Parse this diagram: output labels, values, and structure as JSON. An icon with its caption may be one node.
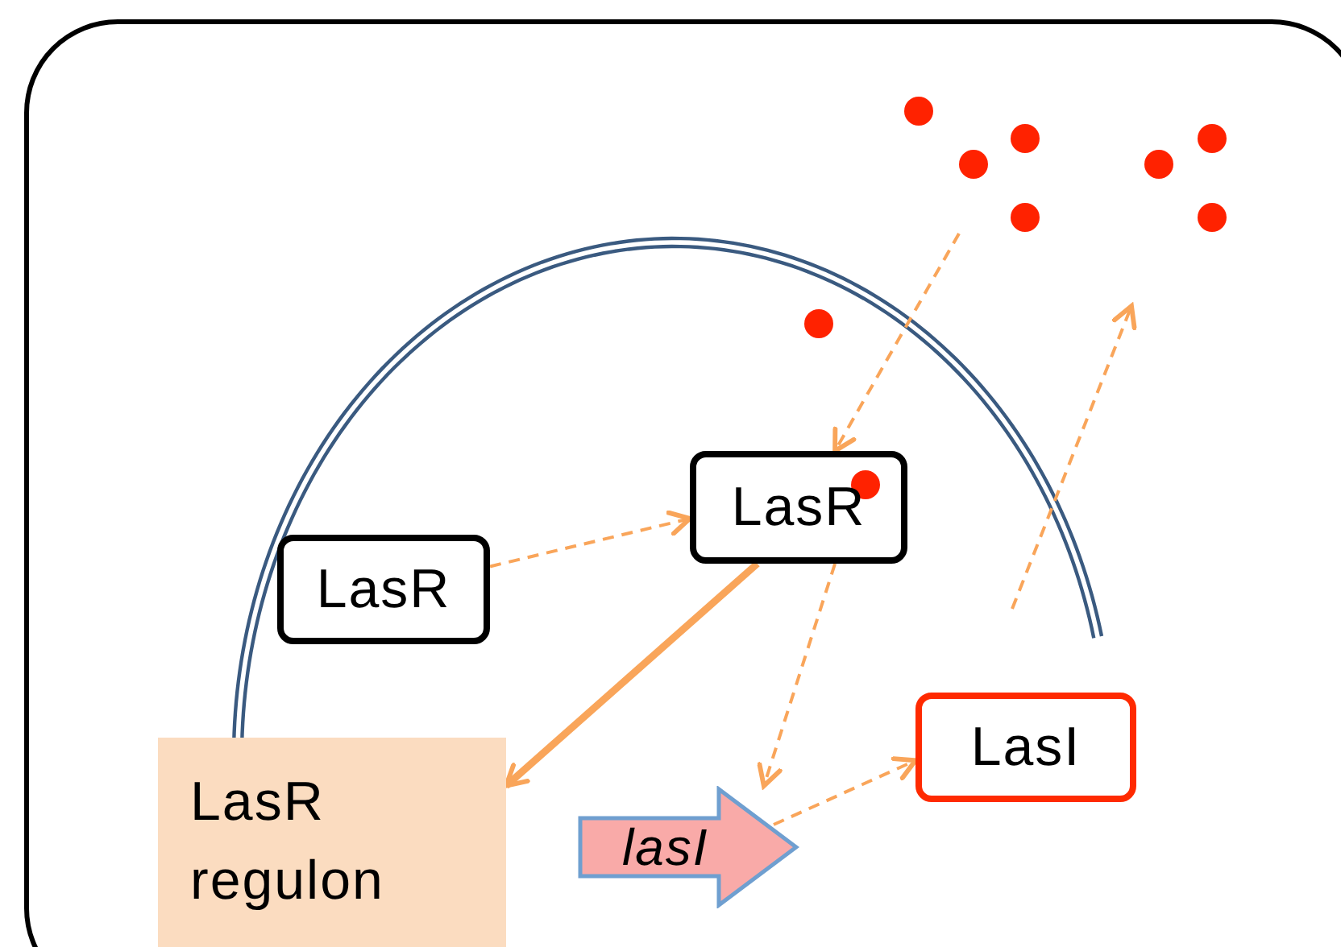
{
  "diagram": {
    "nodes": [
      {
        "text": [],
        "shape": "box"
      },
      {
        "text": [
          "LasR"
        ],
        "in": 0
      },
      {
        "text": [
          "LasR"
        ],
        "in": 0
      },
      {
        "text": [
          "LasR regulon"
        ],
        "in": 0
      },
      {
        "text": [
          "lasI"
        ],
        "in": 0
      },
      {
        "text": [
          "LasI"
        ],
        "in": 0
      }
    ],
    "edges": [
      {
        "from": 1,
        "to": 2,
        "arrow": "to",
        "style": "dashed"
      },
      {
        "from": null,
        "to": 2,
        "arrow": "to",
        "style": "dashed"
      },
      {
        "from": 2,
        "to": 3,
        "arrow": "to",
        "style": "thick"
      },
      {
        "from": 2,
        "to": 4,
        "arrow": "to",
        "style": "dashed"
      },
      {
        "from": 4,
        "to": 5,
        "arrow": "to",
        "style": "dashed"
      }
    ]
  }
}
